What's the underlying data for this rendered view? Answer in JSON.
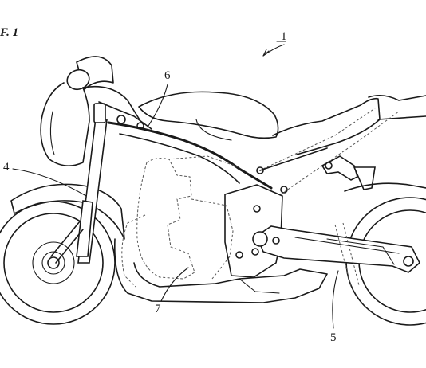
{
  "figure": {
    "label": "F. 1"
  },
  "callouts": {
    "c1": "1",
    "c4": "4",
    "c5": "5",
    "c6": "6",
    "c7": "7"
  }
}
